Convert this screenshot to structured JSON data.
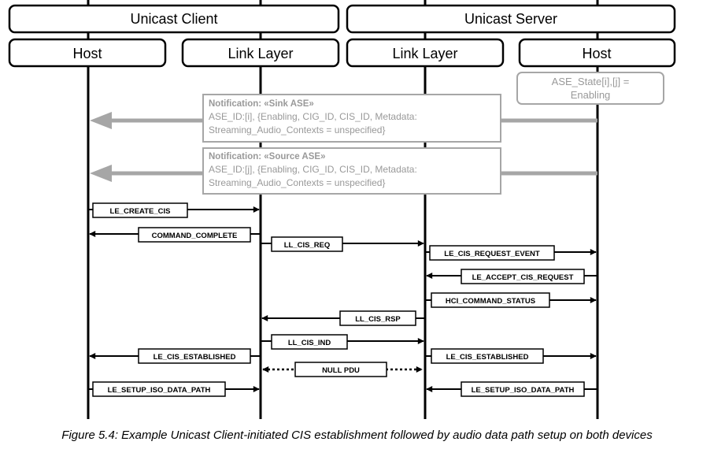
{
  "groups": [
    {
      "id": "client",
      "label": "Unicast Client"
    },
    {
      "id": "server",
      "label": "Unicast Server"
    }
  ],
  "lanes": [
    {
      "id": "client-host",
      "label": "Host"
    },
    {
      "id": "client-ll",
      "label": "Link Layer"
    },
    {
      "id": "server-ll",
      "label": "Link Layer"
    },
    {
      "id": "server-host",
      "label": "Host"
    }
  ],
  "state_note": {
    "line1": "ASE_State[i],[j] =",
    "line2": "Enabling"
  },
  "notifications": [
    {
      "title": "Notification: «Sink ASE»",
      "line1": "ASE_ID:[i], {Enabling, CIG_ID, CIS_ID, Metadata:",
      "line2": "Streaming_Audio_Contexts = unspecified}"
    },
    {
      "title": "Notification: «Source ASE»",
      "line1": "ASE_ID:[j], {Enabling, CIG_ID, CIS_ID, Metadata:",
      "line2": "Streaming_Audio_Contexts = unspecified}"
    }
  ],
  "messages": [
    {
      "name": "msg-le-create-cis",
      "label": "LE_CREATE_CIS",
      "from": "client-host",
      "to": "client-ll"
    },
    {
      "name": "msg-command-complete",
      "label": "COMMAND_COMPLETE",
      "from": "client-ll",
      "to": "client-host"
    },
    {
      "name": "msg-ll-cis-req",
      "label": "LL_CIS_REQ",
      "from": "client-ll",
      "to": "server-ll"
    },
    {
      "name": "msg-le-cis-request-event",
      "label": "LE_CIS_REQUEST_EVENT",
      "from": "server-ll",
      "to": "server-host"
    },
    {
      "name": "msg-le-accept-cis-request",
      "label": "LE_ACCEPT_CIS_REQUEST",
      "from": "server-host",
      "to": "server-ll"
    },
    {
      "name": "msg-hci-command-status",
      "label": "HCI_COMMAND_STATUS",
      "from": "server-ll",
      "to": "server-host"
    },
    {
      "name": "msg-ll-cis-rsp",
      "label": "LL_CIS_RSP",
      "from": "server-ll",
      "to": "client-ll"
    },
    {
      "name": "msg-ll-cis-ind",
      "label": "LL_CIS_IND",
      "from": "client-ll",
      "to": "server-ll"
    },
    {
      "name": "msg-le-cis-established-client",
      "label": "LE_CIS_ESTABLISHED",
      "from": "client-ll",
      "to": "client-host"
    },
    {
      "name": "msg-le-cis-established-server",
      "label": "LE_CIS_ESTABLISHED",
      "from": "server-ll",
      "to": "server-host"
    },
    {
      "name": "msg-null-pdu",
      "label": "NULL PDU",
      "from": "client-ll",
      "to": "server-ll",
      "style": "dotted-bidirectional"
    },
    {
      "name": "msg-le-setup-iso-data-path-client",
      "label": "LE_SETUP_ISO_DATA_PATH",
      "from": "client-host",
      "to": "client-ll"
    },
    {
      "name": "msg-le-setup-iso-data-path-server",
      "label": "LE_SETUP_ISO_DATA_PATH",
      "from": "server-host",
      "to": "server-ll"
    }
  ],
  "caption": "Figure 5.4: Example Unicast Client-initiated CIS establishment followed by audio data path setup on both devices",
  "colors": {
    "line": "#000000",
    "muted": "#a6a6a6",
    "muted_text": "#999999"
  }
}
